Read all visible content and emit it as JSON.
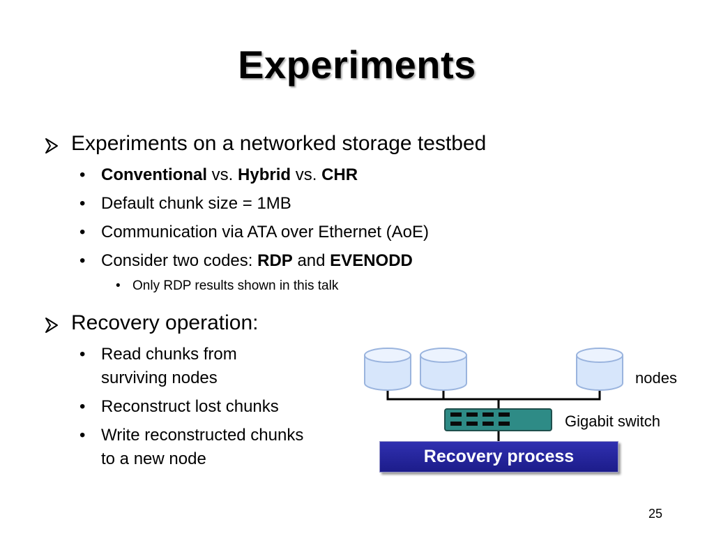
{
  "slide": {
    "title": "Experiments",
    "page_number": "25"
  },
  "section1": {
    "heading": "Experiments on a networked storage testbed",
    "item1": {
      "b1": "Conventional",
      "t1": " vs. ",
      "b2": "Hybrid",
      "t2": " vs. ",
      "b3": "CHR"
    },
    "item2": "Default chunk size = 1MB",
    "item3": "Communication via ATA over Ethernet (AoE)",
    "item4": {
      "t1": "Consider two codes: ",
      "b1": "RDP",
      "t2": " and ",
      "b2": "EVENODD"
    },
    "sub_item": "Only RDP results shown in this talk"
  },
  "section2": {
    "heading": "Recovery operation:",
    "item1_line1": "Read chunks from",
    "item1_line2": "surviving nodes",
    "item2": "Reconstruct lost chunks",
    "item3_line1": "Write reconstructed chunks",
    "item3_line2": "to a new node"
  },
  "diagram": {
    "nodes_label": "nodes",
    "switch_label": "Gigabit switch",
    "recovery_label": "Recovery process",
    "disk_fill": "#d7e6fb",
    "switch_color": "#2e8b86",
    "recovery_color": "#25259a"
  }
}
